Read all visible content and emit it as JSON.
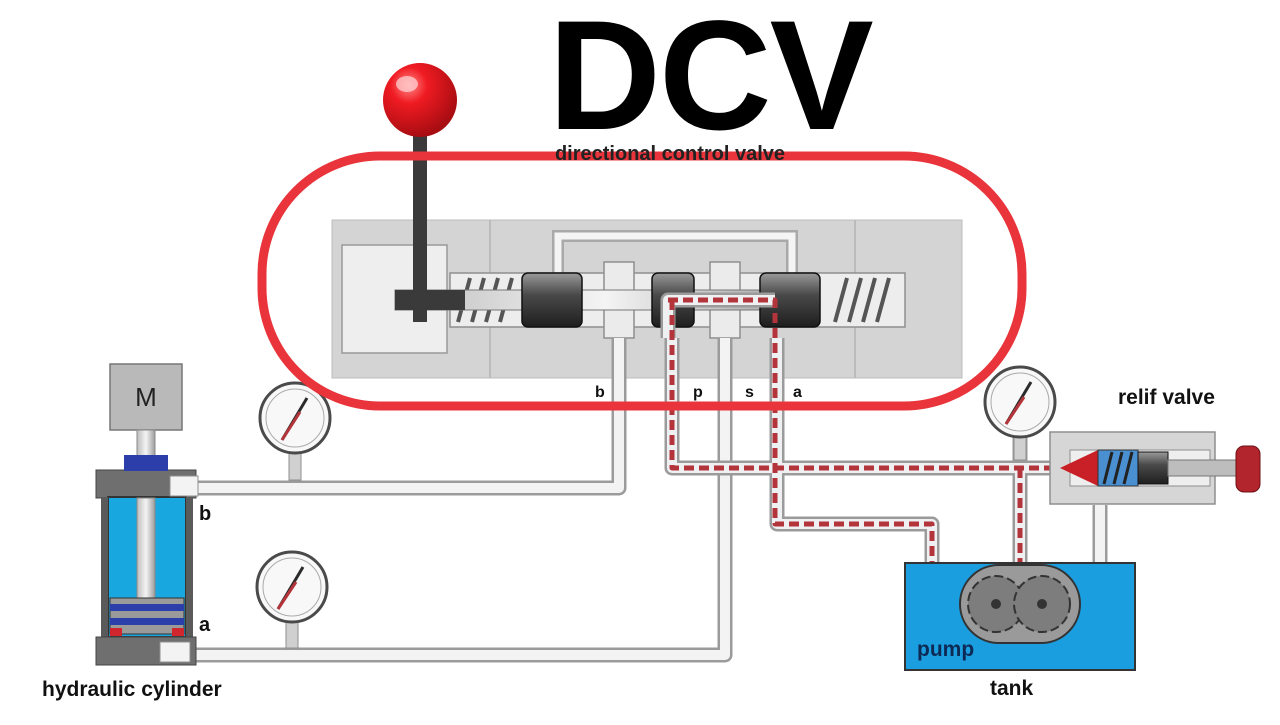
{
  "title": "DCV",
  "subtitle": "directional control valve",
  "labels": {
    "motor": "M",
    "port_b": "b",
    "port_a": "a",
    "cylinder": "hydraulic cylinder",
    "relief_valve": "relif valve",
    "pump": "pump",
    "tank": "tank",
    "valve_ports": [
      "b",
      "p",
      "s",
      "a"
    ]
  },
  "colors": {
    "highlight": "#e8343a",
    "fluid_red": "#b3343b",
    "cylinder_blue": "#19a7e0",
    "tank_blue": "#1a9ee0",
    "knob_red": "#e3121b",
    "valve_body": "#d6d6d6"
  }
}
